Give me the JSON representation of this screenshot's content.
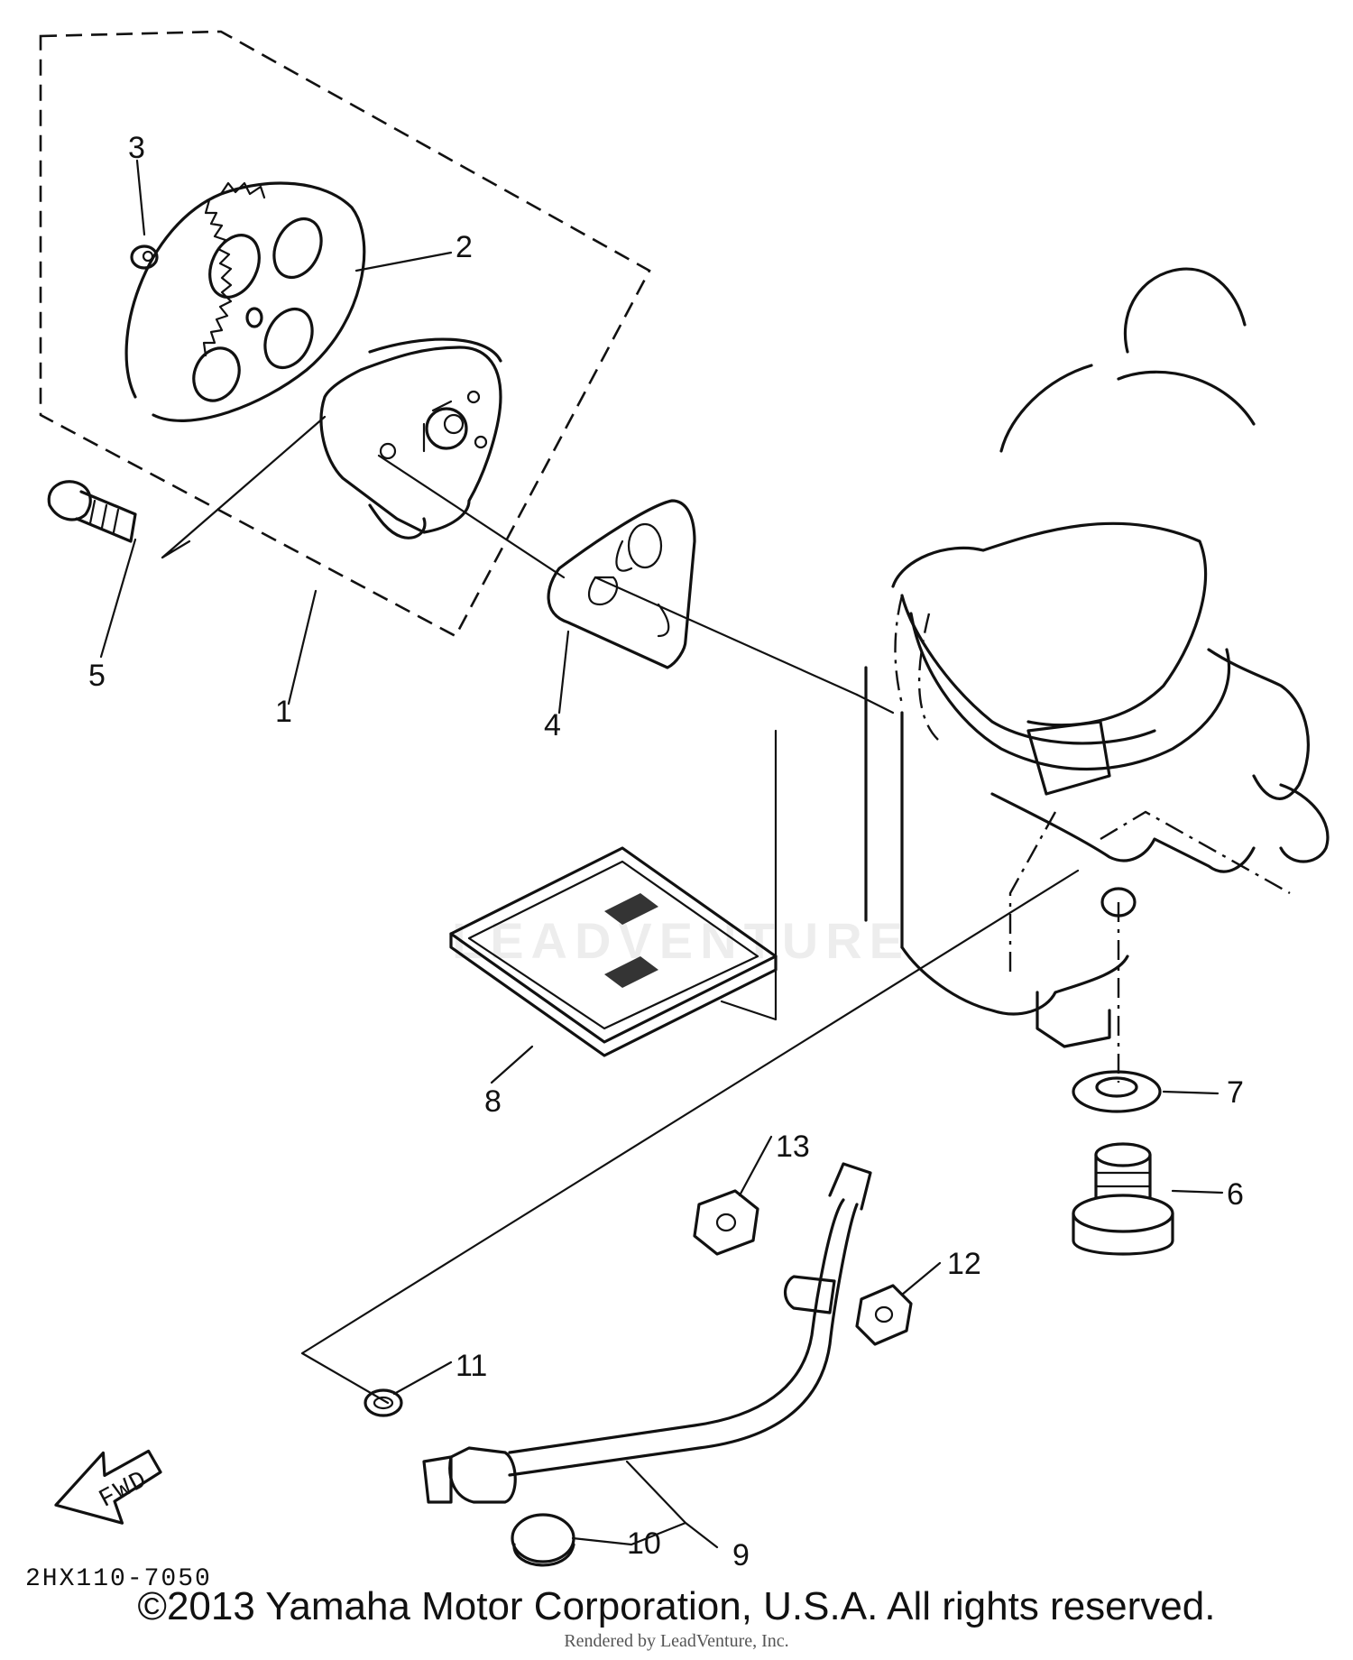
{
  "callouts": {
    "c1": "1",
    "c2": "2",
    "c3": "3",
    "c4": "4",
    "c5": "5",
    "c6": "6",
    "c7": "7",
    "c8": "8",
    "c9": "9",
    "c10": "10",
    "c11": "11",
    "c12": "12",
    "c13": "13"
  },
  "diagram_code": "2HX110-7050",
  "fwd_label": "FWD",
  "watermark": "LEADVENTURE",
  "copyright": "©2013 Yamaha Motor Corporation, U.S.A. All rights reserved.",
  "rendered_by": "Rendered by LeadVenture, Inc."
}
